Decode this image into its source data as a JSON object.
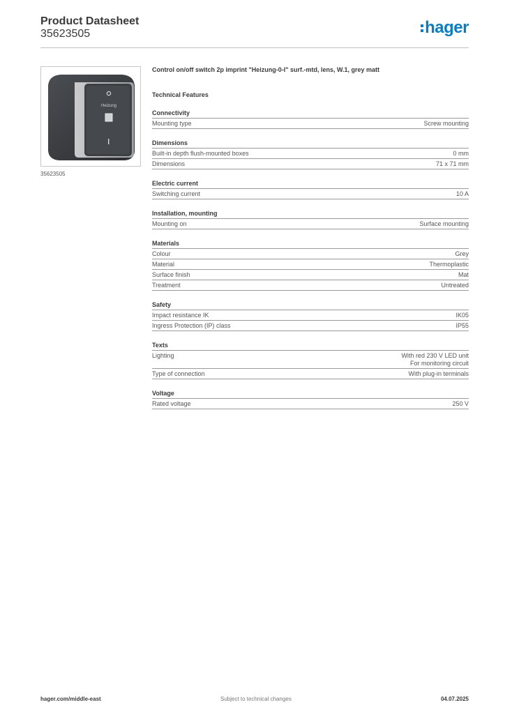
{
  "header": {
    "title": "Product Datasheet",
    "code": "35623505",
    "brand": "hager"
  },
  "product": {
    "image_caption": "35623505",
    "description": "Control on/off switch 2p imprint \"Heizung-0-I\" surf.-mtd, lens, W.1, grey matt",
    "image_text": {
      "top_symbol": "O",
      "label": "Heizung",
      "bottom_symbol": "I"
    }
  },
  "features_title": "Technical Features",
  "sections": [
    {
      "title": "Connectivity",
      "rows": [
        {
          "label": "Mounting type",
          "value": [
            "Screw mounting"
          ]
        }
      ]
    },
    {
      "title": "Dimensions",
      "rows": [
        {
          "label": "Built-in depth flush-mounted boxes",
          "value": [
            "0 mm"
          ]
        },
        {
          "label": "Dimensions",
          "value": [
            "71 x 71 mm"
          ]
        }
      ]
    },
    {
      "title": "Electric current",
      "rows": [
        {
          "label": "Switching current",
          "value": [
            "10 A"
          ]
        }
      ]
    },
    {
      "title": "Installation, mounting",
      "rows": [
        {
          "label": "Mounting on",
          "value": [
            "Surface mounting"
          ]
        }
      ]
    },
    {
      "title": "Materials",
      "rows": [
        {
          "label": "Colour",
          "value": [
            "Grey"
          ]
        },
        {
          "label": "Material",
          "value": [
            "Thermoplastic"
          ]
        },
        {
          "label": "Surface finish",
          "value": [
            "Mat"
          ]
        },
        {
          "label": "Treatment",
          "value": [
            "Untreated"
          ]
        }
      ]
    },
    {
      "title": "Safety",
      "rows": [
        {
          "label": "Impact resistance IK",
          "value": [
            "IK05"
          ]
        },
        {
          "label": "Ingress Protection (IP) class",
          "value": [
            "IP55"
          ]
        }
      ]
    },
    {
      "title": "Texts",
      "rows": [
        {
          "label": "Lighting",
          "value": [
            "With red 230 V LED unit",
            "For monitoring circuit"
          ]
        },
        {
          "label": "Type of connection",
          "value": [
            "With plug-in terminals"
          ]
        }
      ]
    },
    {
      "title": "Voltage",
      "rows": [
        {
          "label": "Rated voltage",
          "value": [
            "250 V"
          ]
        }
      ]
    }
  ],
  "footer": {
    "website": "hager.com/middle-east",
    "notice": "Subject to technical changes",
    "date": "04.07.2025"
  }
}
